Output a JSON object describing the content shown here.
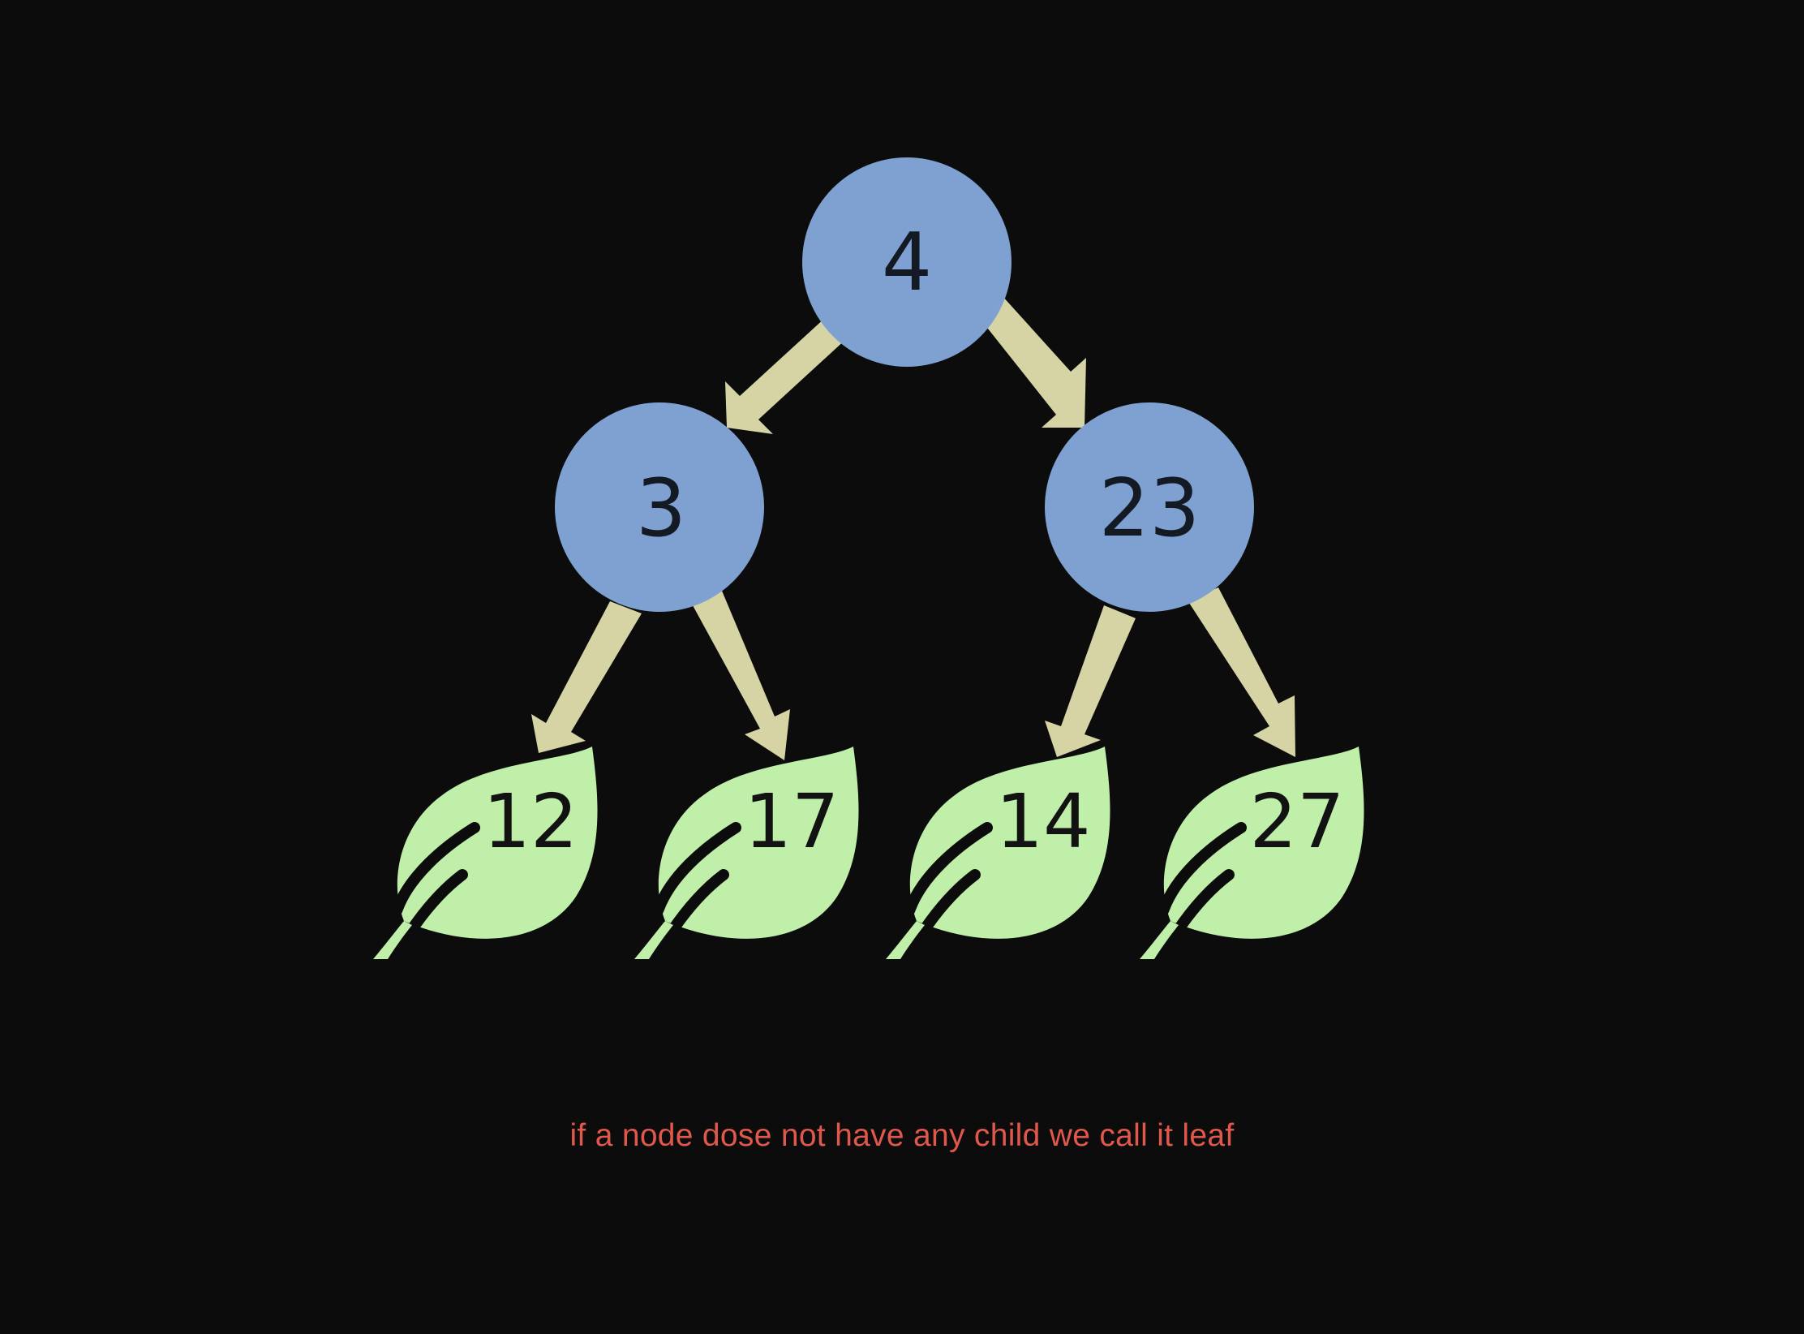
{
  "tree": {
    "root": "4",
    "internal_nodes": [
      "3",
      "23"
    ],
    "leaves": [
      "12",
      "17",
      "14",
      "27"
    ]
  },
  "colors": {
    "background": "#0c0c0c",
    "node_fill": "#7ea1d1",
    "edge_fill": "#d6d4a4",
    "leaf_fill": "#c0efaa",
    "caption": "#e0574c"
  },
  "icons": {
    "leaf": "leaf-icon",
    "edge": "arrow-icon"
  },
  "caption": "if a node dose not have any child we call it leaf"
}
